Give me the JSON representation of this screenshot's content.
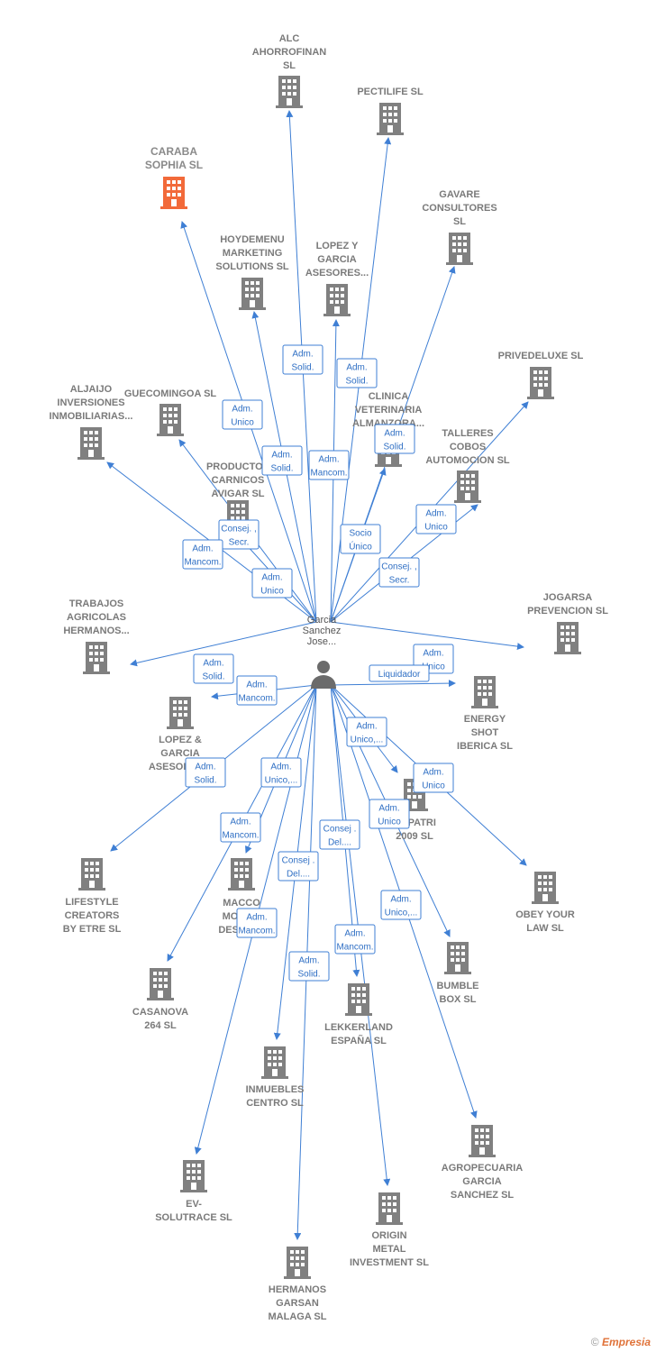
{
  "center": {
    "label_lines": [
      "Garcia",
      "Sanchez",
      "Jose..."
    ],
    "icon": "person-icon"
  },
  "colors": {
    "edge": "#3f7fd4",
    "building": "#808080",
    "highlight_building": "#f26a3a"
  },
  "nodes": [
    {
      "id": "alc",
      "lines": [
        "ALC",
        "AHORROFINAN",
        "SL"
      ],
      "highlight": false
    },
    {
      "id": "pectilife",
      "lines": [
        "PECTILIFE  SL"
      ],
      "highlight": false
    },
    {
      "id": "caraba",
      "lines": [
        "CARABA",
        "SOPHIA  SL"
      ],
      "highlight": true
    },
    {
      "id": "gavare",
      "lines": [
        "GAVARE",
        "CONSULTORES",
        "SL"
      ],
      "highlight": false
    },
    {
      "id": "hoydemenu",
      "lines": [
        "HOYDEMENU",
        "MARKETING",
        "SOLUTIONS SL"
      ],
      "highlight": false
    },
    {
      "id": "lopezgarcia1",
      "lines": [
        "LOPEZ Y",
        "GARCIA",
        "ASESORES..."
      ],
      "highlight": false
    },
    {
      "id": "privedeluxe",
      "lines": [
        "PRIVEDELUXE SL"
      ],
      "highlight": false
    },
    {
      "id": "aljaijo",
      "lines": [
        "ALJAIJO",
        "INVERSIONES",
        "INMOBILIARIAS..."
      ],
      "highlight": false
    },
    {
      "id": "guecomingoa",
      "lines": [
        "GUECOMINGOA SL"
      ],
      "highlight": false
    },
    {
      "id": "clinica",
      "lines": [
        "CLINICA",
        "VETERINARIA",
        "ALMANZORA..."
      ],
      "highlight": false
    },
    {
      "id": "talleres",
      "lines": [
        "TALLERES",
        "COBOS",
        "AUTOMOCION SL"
      ],
      "highlight": false
    },
    {
      "id": "productos",
      "lines": [
        "PRODUCTOS",
        "CARNICOS",
        "AVIGAR  SL"
      ],
      "highlight": false
    },
    {
      "id": "trabajos",
      "lines": [
        "TRABAJOS",
        "AGRICOLAS",
        "HERMANOS..."
      ],
      "highlight": false
    },
    {
      "id": "jogarsa",
      "lines": [
        "JOGARSA",
        "PREVENCION SL"
      ],
      "highlight": false
    },
    {
      "id": "lopezgarcia2",
      "lines": [
        "LOPEZ &",
        "GARCIA",
        "ASESORES..."
      ],
      "highlight": false
    },
    {
      "id": "energy",
      "lines": [
        "ENERGY",
        "SHOT",
        "IBERICA SL"
      ],
      "highlight": false
    },
    {
      "id": "copatri",
      "lines": [
        "COPATRI",
        "2009 SL"
      ],
      "highlight": false
    },
    {
      "id": "lifestyle",
      "lines": [
        "LIFESTYLE",
        "CREATORS",
        "BY ETRE  SL"
      ],
      "highlight": false
    },
    {
      "id": "macco",
      "lines": [
        "MACCO",
        "MOBILE",
        "DESIGN..."
      ],
      "highlight": false
    },
    {
      "id": "obey",
      "lines": [
        "OBEY YOUR",
        "LAW  SL"
      ],
      "highlight": false
    },
    {
      "id": "casanova",
      "lines": [
        "CASANOVA",
        "264  SL"
      ],
      "highlight": false
    },
    {
      "id": "bumble",
      "lines": [
        "BUMBLE",
        "BOX  SL"
      ],
      "highlight": false
    },
    {
      "id": "lekkerland",
      "lines": [
        "LEKKERLAND",
        "ESPAÑA SL"
      ],
      "highlight": false
    },
    {
      "id": "inmuebles",
      "lines": [
        "INMUEBLES",
        "CENTRO  SL"
      ],
      "highlight": false
    },
    {
      "id": "agropecuaria",
      "lines": [
        "AGROPECUARIA",
        "GARCIA",
        "SANCHEZ  SL"
      ],
      "highlight": false
    },
    {
      "id": "evsolutrace",
      "lines": [
        "EV-",
        "SOLUTRACE SL"
      ],
      "highlight": false
    },
    {
      "id": "origin",
      "lines": [
        "ORIGIN",
        "METAL",
        "INVESTMENT SL"
      ],
      "highlight": false
    },
    {
      "id": "garsan",
      "lines": [
        "HERMANOS",
        "GARSAN",
        "MALAGA  SL"
      ],
      "highlight": false
    }
  ],
  "roles": [
    [
      "Adm.",
      "Solid."
    ],
    [
      "Adm.",
      "Solid."
    ],
    [
      "Adm.",
      "Unico"
    ],
    [
      "Adm.",
      "Solid."
    ],
    [
      "Adm.",
      "Mancom."
    ],
    [
      "Adm.",
      "Solid."
    ],
    [
      "Consej. ,",
      "Secr."
    ],
    [
      "Adm.",
      "Mancom."
    ],
    [
      "Adm.",
      "Unico"
    ],
    [
      "Socio",
      "Único"
    ],
    [
      "Adm.",
      "Unico"
    ],
    [
      "Consej. ,",
      "Secr."
    ],
    [
      "Adm.",
      "Solid."
    ],
    [
      "Adm.",
      "Mancom."
    ],
    [
      "Adm.",
      "Unico"
    ],
    [
      "Liquidador"
    ],
    [
      "Adm.",
      "Unico,..."
    ],
    [
      "Adm.",
      "Solid."
    ],
    [
      "Adm.",
      "Unico,..."
    ],
    [
      "Adm.",
      "Unico"
    ],
    [
      "Adm.",
      "Mancom."
    ],
    [
      "Consej .",
      "Del...."
    ],
    [
      "Adm.",
      "Unico"
    ],
    [
      "Consej .",
      "Del...."
    ],
    [
      "Adm.",
      "Unico,..."
    ],
    [
      "Adm.",
      "Mancom."
    ],
    [
      "Adm.",
      "Mancom."
    ],
    [
      "Adm.",
      "Solid."
    ]
  ],
  "footer": {
    "copyright": "©",
    "brand": "Empresia"
  }
}
